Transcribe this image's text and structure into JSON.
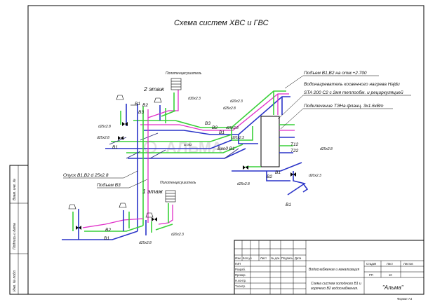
{
  "title": "Схема систем ХВС и ГВС",
  "floors": {
    "second": "2 этаж",
    "first": "1 этаж"
  },
  "towel_rail_label": "Полотенцесушитель",
  "callouts": {
    "riser_height": "Подъем В1,В2 на отм.+2.700",
    "heater_line1": "Водонагреватель косвенного нагрева Hajdu",
    "heater_line2": "STA 200 C2 с 2мя теплообм. и рециркуляцией",
    "heater_line3": "Подключение ТЭНа фланц. 3х1.6кВт",
    "drop": "Опуск В1,В2 d 25х2.8",
    "b3_rise": "Подъем В3",
    "input": "Ввод В1"
  },
  "pipe_labels": {
    "b1": "В1",
    "b2": "В2",
    "b3": "В3",
    "t12": "Т12",
    "t22": "Т22",
    "d20": "d20х2.3",
    "d25": "d25х2.8",
    "d30": "d30х2.3",
    "mark": "ш.002"
  },
  "stamp": {
    "cols": [
      "Изм",
      "Кол.уч",
      "Лист",
      "№ док.",
      "Подпись",
      "Дата"
    ],
    "rows": [
      "ГИП",
      "Разраб.",
      "Провер.",
      "Н.контр.",
      "Т.контр."
    ],
    "project": "Водоснабжение и канализация",
    "sheet_title_1": "Схема систем холодного В1 и",
    "sheet_title_2": "горячего В2 водоснабжения.",
    "stage_label": "Стадия",
    "sheet_label": "Лист",
    "sheets_label": "Листов",
    "stage": "РП",
    "sheet_no": "10",
    "company": "\"Альма\"",
    "format": "Формат А4"
  },
  "left_strip": [
    "Инв. № подл.",
    "Подпись и дата",
    "Взам. инв. №"
  ],
  "watermark": "АЛЬМА",
  "colors": {
    "cold": "#2a33c8",
    "hot": "#38d038",
    "recirc": "#e02ec8"
  }
}
